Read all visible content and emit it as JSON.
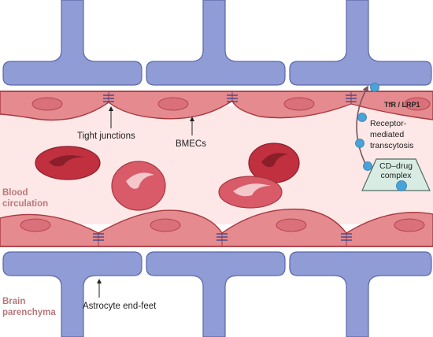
{
  "labels": {
    "tight_junctions": "Tight junctions",
    "bmecs": "BMECs",
    "receptor": "TfR / LRP1",
    "transcytosis_line1": "Receptor-",
    "transcytosis_line2": "mediated",
    "transcytosis_line3": "transcytosis",
    "complex_line1": "CD–drug",
    "complex_line2": "complex",
    "blood_line1": "Blood",
    "blood_line2": "circulation",
    "astrocyte": "Astrocyte end-feet",
    "brain_line1": "Brain",
    "brain_line2": "parenchyma"
  },
  "colors": {
    "astrocyte_fill": "#8f9cd6",
    "astrocyte_stroke": "#5b67a6",
    "endothelium_fill": "#e58a8e",
    "endothelium_stroke": "#a8383f",
    "nucleus_fill": "#d9707a",
    "lumen_fill": "#fde7e7",
    "rbc_dark": "#c0303f",
    "rbc_light": "#d95a68",
    "particle_fill": "#4aa3d8",
    "complex_fill": "#d8ece4",
    "region_label": "#b9787a"
  },
  "icons": {
    "tight_junction": "triple-bar-junction-icon",
    "particle": "nanoparticle-icon",
    "arrow": "pointer-arrow-icon"
  }
}
